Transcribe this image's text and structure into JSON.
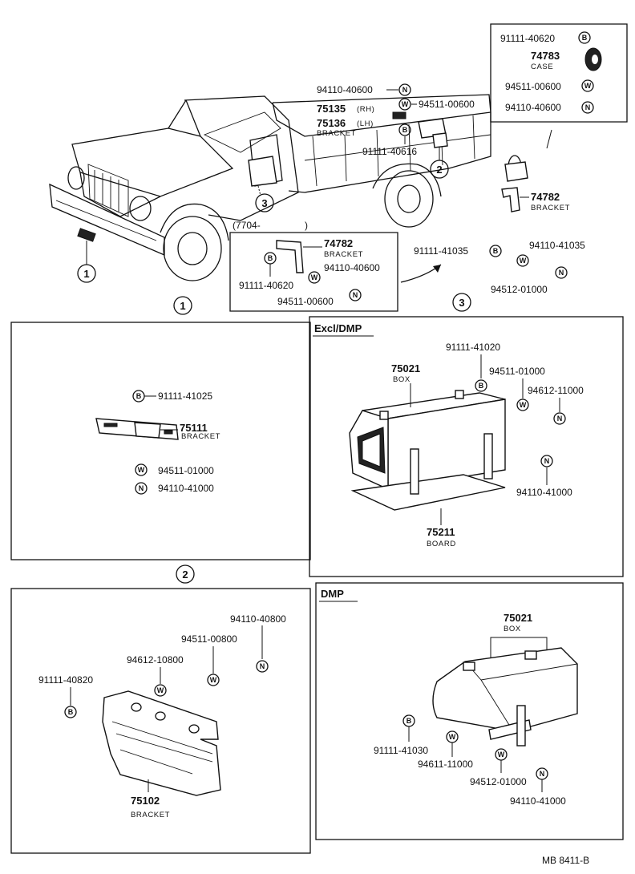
{
  "overview": {
    "callouts": {
      "c1": "1",
      "c2": "2",
      "c3": "3"
    },
    "code_prefix": "(7704-",
    "code_suffix": ")",
    "case_group": {
      "bolt": "91111-40620",
      "case_part": "74783",
      "case_label": "CASE",
      "washer": "94511-00600",
      "nut": "94110-40600"
    },
    "upper_nut": "94110-40600",
    "upper_washer": "94511-00600",
    "bracket_rh_part": "75135",
    "bracket_rh_side": "(RH)",
    "bracket_lh_part": "75136",
    "bracket_lh_side": "(LH)",
    "bracket_label": "BRACKET",
    "upper_bolt": "91111-40616",
    "bracket_74782_part": "74782",
    "bracket_74782_label": "BRACKET",
    "inset": {
      "part": "74782",
      "label": "BRACKET",
      "bolt": "91111-40620",
      "washer": "94511-00600",
      "nut": "94110-40600"
    },
    "group3": {
      "bolt": "91111-41035",
      "nut": "94110-41035",
      "washer": "94512-01000"
    }
  },
  "symbols": {
    "bolt": "B",
    "washer": "W",
    "nut": "N"
  },
  "panel1": {
    "bolt": "91111-41025",
    "part": "75111",
    "label": "BRACKET",
    "washer": "94511-01000",
    "nut": "94110-41000"
  },
  "panel_excl": {
    "title": "Excl/DMP",
    "box_part": "75021",
    "box_label": "BOX",
    "bolt": "91111-41020",
    "washer1": "94511-01000",
    "washer2": "94612-11000",
    "nut": "94110-41000",
    "board_part": "75211",
    "board_label": "BOARD"
  },
  "panel2": {
    "nut": "94110-40800",
    "washer1": "94511-00800",
    "washer2": "94612-10800",
    "bolt": "91111-40820",
    "part": "75102",
    "label": "BRACKET"
  },
  "panel_dmp": {
    "title": "DMP",
    "box_part": "75021",
    "box_label": "BOX",
    "bolt": "91111-41030",
    "washer1": "94611-11000",
    "washer2": "94512-01000",
    "nut": "94110-41000"
  },
  "footer": {
    "code": "MB  8411-B"
  }
}
